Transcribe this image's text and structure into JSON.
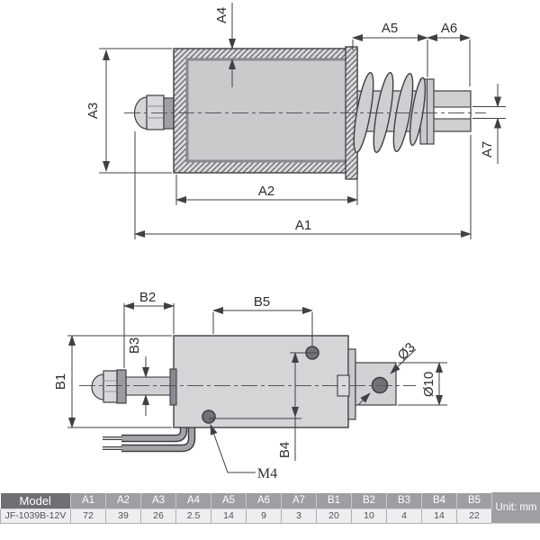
{
  "drawing": {
    "side_view_labels": {
      "a1": "A1",
      "a2": "A2",
      "a3": "A3",
      "a4": "A4",
      "a5": "A5",
      "a6": "A6",
      "a7": "A7"
    },
    "top_view_labels": {
      "b1": "B1",
      "b2": "B2",
      "b3": "B3",
      "b4": "B4",
      "b5": "B5",
      "m4": "M4",
      "phi3": "Ø3",
      "phi10": "Ø10"
    }
  },
  "table": {
    "model_header": "Model",
    "dim_headers": [
      "A1",
      "A2",
      "A3",
      "A4",
      "A5",
      "A6",
      "A7",
      "B1",
      "B2",
      "B3",
      "B4",
      "B5"
    ],
    "unit_label": "Unit: mm",
    "row": {
      "model": "JF-1039B-12V",
      "values": [
        "72",
        "39",
        "26",
        "2.5",
        "14",
        "9",
        "3",
        "20",
        "10",
        "4",
        "14",
        "22"
      ]
    }
  },
  "colors": {
    "line": "#3f3f44",
    "body_fill": "#d5d5d8",
    "coil_fill": "#cacacd",
    "dark_metal": "#9c9ca0",
    "hole_fill": "#737377",
    "table_header_dark": "#6f6f74",
    "table_header_light": "#9e9ea3",
    "table_row_bg": "#eeeef0"
  }
}
